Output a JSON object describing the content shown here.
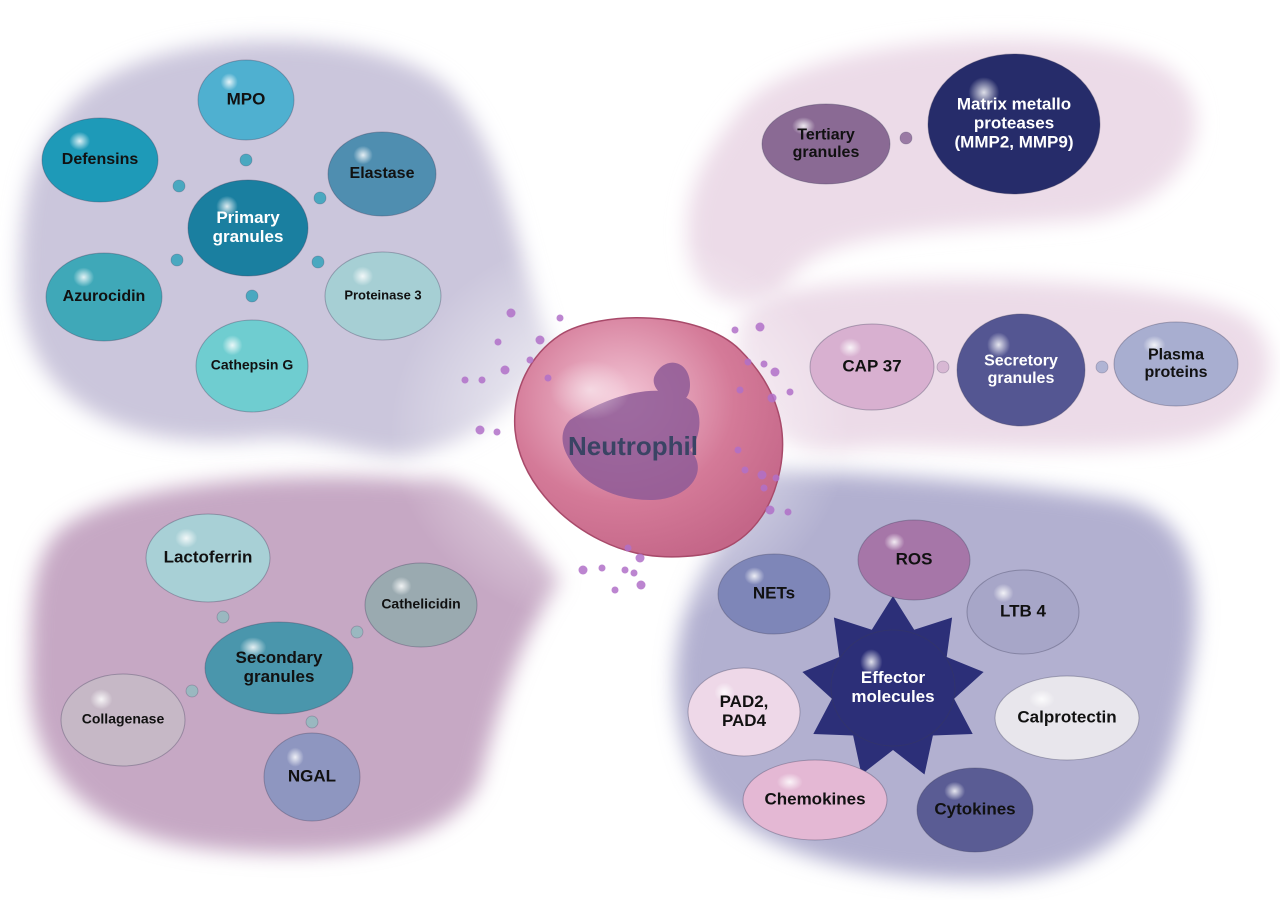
{
  "diagram": {
    "center": {
      "label": "Neutrophil"
    },
    "primary": {
      "hub": [
        "Primary",
        "granules"
      ],
      "hub_color": "#1a7fa0",
      "items": [
        {
          "label": [
            "MPO"
          ],
          "color": "#4fb0d0"
        },
        {
          "label": [
            "Defensins"
          ],
          "color": "#1e9ab8"
        },
        {
          "label": [
            "Elastase"
          ],
          "color": "#4f8eb0"
        },
        {
          "label": [
            "Azurocidin"
          ],
          "color": "#3fa8b8"
        },
        {
          "label": [
            "Proteinase 3"
          ],
          "color": "#a6cfd4"
        },
        {
          "label": [
            "Cathepsin G"
          ],
          "color": "#6fcdd0"
        }
      ]
    },
    "tertiary": {
      "hub": [
        "Tertiary",
        "granules"
      ],
      "hub_color": "#8a6a94",
      "items": [
        {
          "label": [
            "Matrix metallo",
            "proteases",
            "(MMP2, MMP9)"
          ],
          "color": "#262c6a"
        }
      ]
    },
    "secretory": {
      "hub": [
        "Secretory",
        "granules"
      ],
      "hub_color": "#545692",
      "items": [
        {
          "label": [
            "CAP 37"
          ],
          "color": "#d8b0d0"
        },
        {
          "label": [
            "Plasma",
            "proteins"
          ],
          "color": "#a8aed0"
        }
      ]
    },
    "secondary": {
      "hub": [
        "Secondary",
        "granules"
      ],
      "hub_color": "#4a96ac",
      "items": [
        {
          "label": [
            "Lactoferrin"
          ],
          "color": "#a8d0d6"
        },
        {
          "label": [
            "Cathelicidin"
          ],
          "color": "#9aaab0"
        },
        {
          "label": [
            "Collagenase"
          ],
          "color": "#c6b8c6"
        },
        {
          "label": [
            "NGAL"
          ],
          "color": "#8e96c0"
        }
      ]
    },
    "effector": {
      "hub": [
        "Effector",
        "molecules"
      ],
      "hub_color": "#2c2f78",
      "items": [
        {
          "label": [
            "NETs"
          ],
          "color": "#7e86b8"
        },
        {
          "label": [
            "ROS"
          ],
          "color": "#a676a8"
        },
        {
          "label": [
            "LTB 4"
          ],
          "color": "#a7a6c8"
        },
        {
          "label": [
            "PAD2,",
            "PAD4"
          ],
          "color": "#eed8e8"
        },
        {
          "label": [
            "Calprotectin"
          ],
          "color": "#e8e6ec"
        },
        {
          "label": [
            "Chemokines"
          ],
          "color": "#e4b8d4"
        },
        {
          "label": [
            "Cytokines"
          ],
          "color": "#5a5c94"
        }
      ]
    }
  }
}
